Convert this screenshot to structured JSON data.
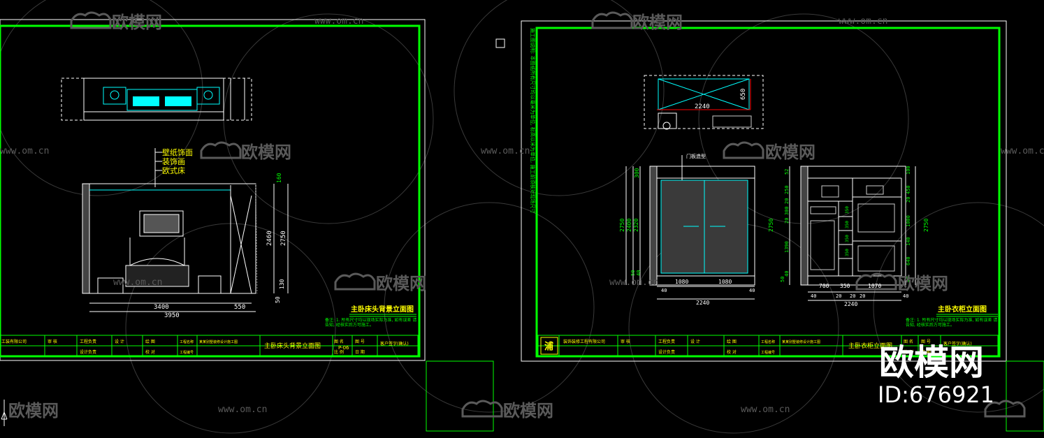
{
  "colors": {
    "background": "#000000",
    "frame_green": "#00ff00",
    "line_white": "#ffffff",
    "line_cyan": "#00ffff",
    "text_yellow": "#ffff00",
    "text_green": "#00ff00",
    "accent_red": "#ff0000",
    "watermark": "#5a5a5a"
  },
  "watermark": {
    "brand": "欧模网",
    "url": "www.om.cn",
    "badge_brand": "欧模网",
    "badge_id": "ID:676921"
  },
  "left_sheet": {
    "annotations": [
      "壁纸饰面",
      "装饰画",
      "欧式床"
    ],
    "dims_horizontal": [
      "3400",
      "550",
      "3950"
    ],
    "dims_vertical": [
      "160",
      "2460",
      "2750",
      "130",
      "50"
    ],
    "title": "主卧床头背景立面图",
    "note": "备注: 1. 所有尺寸均以现场实际为准, 如有误差 请告知, 经核实后方可施工。",
    "titleblock": {
      "company": "工装有限公司",
      "cells": [
        "审 核",
        "工程负责",
        "设 计",
        "绘 图",
        "工程名称",
        "某某别墅装修设计施工图",
        "图 名",
        "图 号",
        "比 例",
        "日 期",
        "设计负责",
        "校 对",
        "工程编号"
      ],
      "sheet_name": "主卧床头背景立面图",
      "sheet_no": "P-06",
      "owner": "客户签字(确认)"
    }
  },
  "right_sheet": {
    "plan_dims": [
      "650",
      "2240"
    ],
    "door_label": "门板造型",
    "front_dims_vertical": [
      "300",
      "2750",
      "2400",
      "2320",
      "50",
      "40"
    ],
    "front_dims_horizontal": [
      "40",
      "1080",
      "1080",
      "40",
      "2240"
    ],
    "interior_dims_vertical_left": [
      "52",
      "250",
      "20",
      "300",
      "20",
      "1390",
      "40",
      "50",
      "2750"
    ],
    "interior_dims_vertical_right": [
      "100",
      "450",
      "20",
      "1000",
      "140",
      "640",
      "40",
      "2750"
    ],
    "interior_dims_small": [
      "350",
      "350",
      "350",
      "350"
    ],
    "interior_dims_horizontal": [
      "40",
      "700",
      "350",
      "20",
      "1070",
      "40",
      "20",
      "20",
      "2240"
    ],
    "title": "主卧衣柜立面图",
    "note": "备注: 1. 所有尺寸均以现场实际为准, 如有误差 请告知, 经核实后方可施工。",
    "vertical_notes": "施工图说明: 本图纸所有尺寸均以毫米为单位, 标高以米为单位, 施工前须核对现场尺寸",
    "titleblock": {
      "logo": "浦",
      "company": "装饰装修工程有限公司",
      "cells": [
        "审 核",
        "工程负责",
        "设 计",
        "绘 图",
        "工程名称",
        "某某别墅装修设计施工图",
        "图 名",
        "图 号",
        "比 例",
        "日 期",
        "设计负责",
        "校 对",
        "工程编号"
      ],
      "sheet_name": "主卧衣柜立面图",
      "owner": "客户签字(确认)"
    }
  }
}
